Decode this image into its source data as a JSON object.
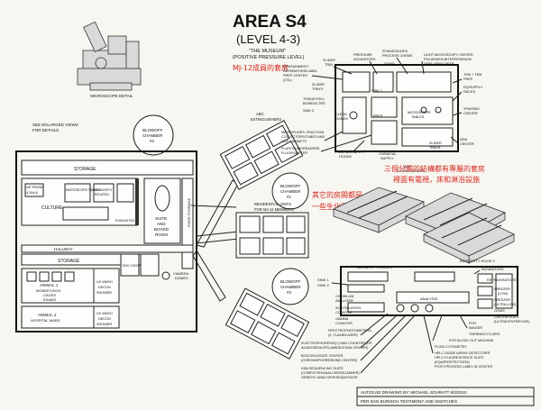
{
  "header": {
    "title": "AREA S4",
    "level": "(LEVEL 4-3)",
    "museum": "\"THE MUSEUM\"",
    "museum_sub": "(POSITIVE PRESSURE LEVEL)",
    "note": "MJ-12成員的套房"
  },
  "annotations": {
    "chinese_top": "三個分開的結構都有專屬的套房",
    "chinese_top2": "裡面有電視，床和淋浴設施",
    "chinese_mid": "其它的房間都是",
    "chinese_mid2": "一些生化實驗室"
  },
  "left_labels": {
    "microscope_detail": "MICROSCOPE DETAIL",
    "blowoff2_a": "BLOWOFF",
    "blowoff2_b": "CHAMBER",
    "blowoff2_c": "#2",
    "see_views_a": "SEE ENLARGED VIEWS",
    "see_views_b": "FOR DETAILS",
    "storage_top": "STORAGE",
    "up_from_a": "UP FROM",
    "up_from_b": "4-5/4-6",
    "culture": "CULTURE",
    "microscope_tables": "MICROSCOPE TABLES",
    "biosafety_a": "BIOSAFETY",
    "biosafety_b": "RELATED",
    "exhaust": "EXHAUSTED",
    "suite_a": "SUITE",
    "suite_b": "AND",
    "suite_c": "BOARD",
    "suite_d": "ROOM",
    "food_storage": "FOOD STORAGE",
    "hallway": "HALLWAY",
    "storage_bottom": "STORAGE",
    "animal1_a": "ANIMAL 1",
    "animal1_b": "MONKEY/DOG",
    "animal1_c": "CAGES",
    "animal1_d": "EXAMS",
    "uv1_a": "UV WASH",
    "uv1_b": "DECON",
    "uv1_c": "SHOWER",
    "animal2_a": "ANIMAL 2",
    "animal2_b": "HOSPITAL WARD",
    "uv2_a": "UV WASH",
    "uv2_b": "DECON",
    "uv2_c": "SHOWER",
    "camera_a": "CAMERA",
    "camera_b": "DOMES",
    "env": "ENV CONT"
  },
  "center_labels": {
    "abc_a": "ABC",
    "abc_b": "EXTINGUISHERS",
    "blowoff1_a": "BLOWOFF",
    "blowoff1_b": "CHAMBER",
    "blowoff1_c": "#1",
    "residential_a": "RESIDENTIAL UNITS",
    "residential_b": "FOR MJ-12 MEMBERS",
    "hallway": "HALLWAY",
    "blowoff3_a": "BLOWOFF",
    "blowoff3_b": "CHAMBER",
    "blowoff3_c": "#3"
  },
  "top_right": [
    "CONTAINMENT/",
    "SEPARATORS/LABEL",
    "PREP CENTER",
    "(CSL)",
    "SLIDER",
    "TRAY",
    "PRESSURE",
    "INCUBATORS",
    "STAINS/SLIDES",
    "PROCESS CHEMS",
    "OGMS",
    "LIGHT MICROSCOPY CENTER",
    "POLARIZED/INTERFERENCE/",
    "DF/FLOR/PCONTR",
    "TEM + TEM",
    "PREP",
    "EQ/SUPPLY",
    "RACKS",
    "SINK 1",
    "SLIDER",
    "TRAYS",
    "MICROSCOPE",
    "TABLES",
    "XPM/SEM",
    "CENTER",
    "TISSUE/CELL",
    "BIOREACTRS",
    "SINK 2",
    "CLEAN",
    "DOMES",
    "PREP",
    "MICROFUGES, FRACTION",
    "COLLECTORS/TUBES AND",
    "CO2 CABINETS",
    "PLATE/TUBE/READERS",
    "FLUOROMETER",
    "FUME/BIOSAFETY",
    "HOODS",
    "CHEMICAL",
    "SUPPLY",
    "SLIDER",
    "TRAYS",
    "SEM",
    "CENTER",
    "ABC",
    "EXTINGUISHERS"
  ],
  "bottom_right": [
    "BIOSAFETY HOOD 1",
    "BIOSAFETY HOOD 2",
    "SINK 1",
    "SINK 2",
    "INCUBATORS",
    "REFRIGERATORS",
    "FREEZER",
    "(LOW)",
    "FREEZER",
    "(ULTRA LOW)",
    "OGMS",
    "CENTRIFUGES",
    "(ULTRACENTRIFUGE)",
    "CHEMILUM",
    "ANALYZER",
    "ANALYSIS",
    "SCINTILLATION",
    "COUNTER",
    "GAMMA",
    "COUNTER",
    "PCR",
    "IMAGER",
    "THERMOCYCLERS",
    "SPECTROPHOTOMETERS",
    "(2, FLAME/LASER)",
    "PCR BLOCK OUT MACHINE",
    "ELECTROPHORESIS(+) AND COUNTER (EP,",
    "AGAROSE/ACRYLAMIDE/STAIN CENTER)",
    "FLOW CYTOMETRY",
    "HPLC DIODE ARRAY DETECTORS",
    "HPLC FLUORESCENCE SUITE",
    "(EQUIP/DETECTORS)",
    "POST-PROCESS LABEL ID CENTER",
    "BIOCONJUGATE CENTER",
    "(CHROMOPHORE/BOND CENTER)",
    "DNA SEQUENCING SUITE",
    "(COMPUTER/ANALYZER/SCANNER)",
    "GENETIC ANALYZER/SEQUENCER"
  ],
  "credits": {
    "line1": "AUTOCAD DRAWING BY: MICHAEL SCHRATT 6/2/2010",
    "line2": "PER DAN BURISCH TESTIMONY AND SKETCHES"
  }
}
